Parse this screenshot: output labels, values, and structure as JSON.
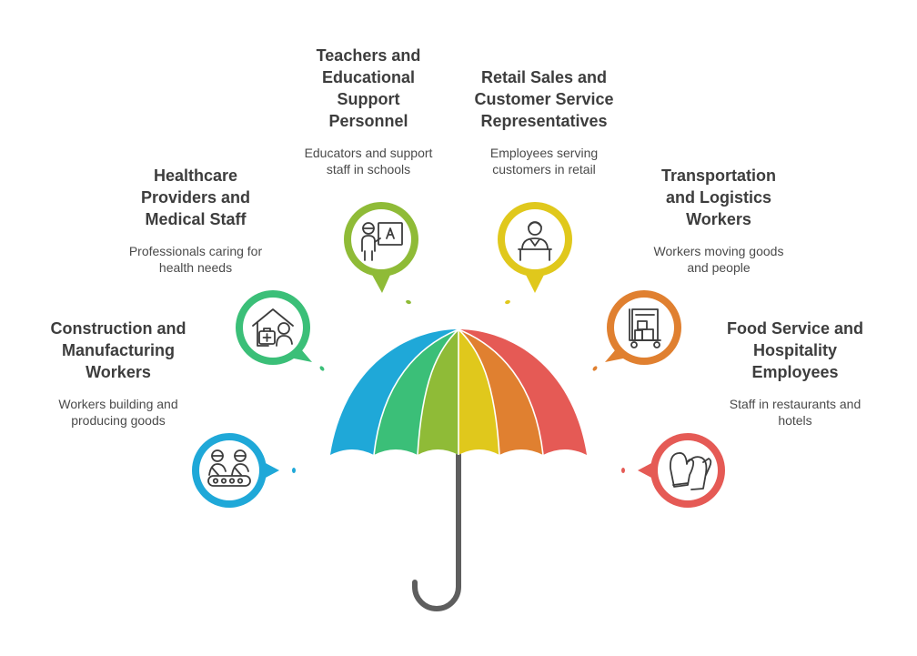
{
  "categories": [
    {
      "id": "construction",
      "title_lines": [
        "Construction and",
        "Manufacturing",
        "Workers"
      ],
      "desc_lines": [
        "Workers building and",
        "producing goods"
      ],
      "color": "#1fa8d8",
      "icon": "factory-workers-icon"
    },
    {
      "id": "healthcare",
      "title_lines": [
        "Healthcare",
        "Providers and",
        "Medical Staff"
      ],
      "desc_lines": [
        "Professionals caring for",
        "health needs"
      ],
      "color": "#3bbf78",
      "icon": "home-care-medical-icon"
    },
    {
      "id": "teachers",
      "title_lines": [
        "Teachers and",
        "Educational",
        "Support",
        "Personnel"
      ],
      "desc_lines": [
        "Educators and support",
        "staff in schools"
      ],
      "color": "#8fbb37",
      "icon": "teacher-board-icon"
    },
    {
      "id": "retail",
      "title_lines": [
        "Retail Sales and",
        "Customer Service",
        "Representatives"
      ],
      "desc_lines": [
        "Employees serving",
        "customers in retail"
      ],
      "color": "#e0c81c",
      "icon": "cashier-icon"
    },
    {
      "id": "transport",
      "title_lines": [
        "Transportation",
        "and Logistics",
        "Workers"
      ],
      "desc_lines": [
        "Workers moving goods",
        "and people"
      ],
      "color": "#e08030",
      "icon": "delivery-cart-icon"
    },
    {
      "id": "food",
      "title_lines": [
        "Food Service and",
        "Hospitality",
        "Employees"
      ],
      "desc_lines": [
        "Staff in restaurants and",
        "hotels"
      ],
      "color": "#e55a55",
      "icon": "oven-mitts-icon"
    }
  ],
  "handle_color": "#5e5e5e"
}
